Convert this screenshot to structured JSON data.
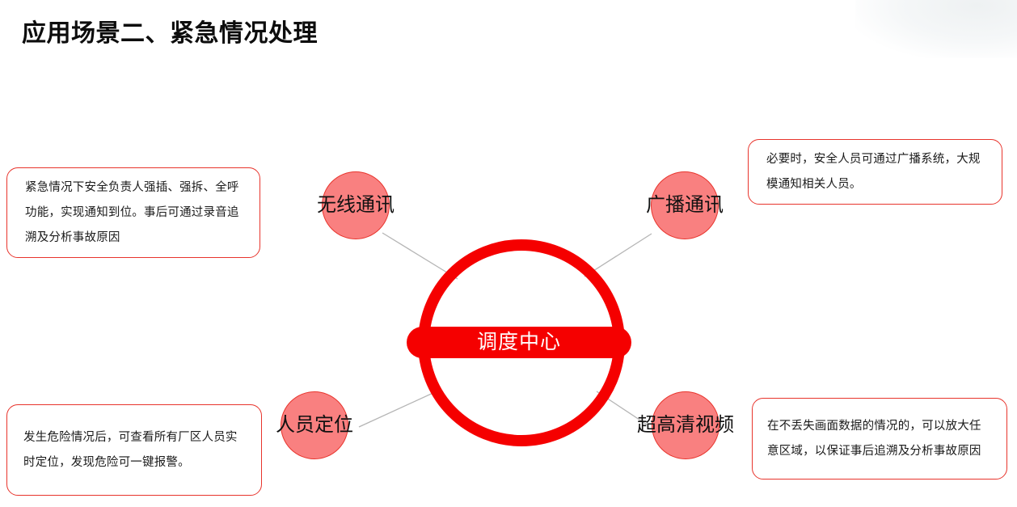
{
  "slide": {
    "title": "应用场景二、紧急情况处理",
    "background_color": "#ffffff"
  },
  "colors": {
    "hub_red": "#f50000",
    "node_fill": "#f98080",
    "node_border": "#e8342c",
    "callout_border": "#e8342c",
    "connector_line": "#b5b5b5",
    "title_text": "#0d0d0d",
    "hub_label_text": "#ffffff"
  },
  "hub": {
    "label": "调度中心",
    "shape": "ring-with-horizontal-bar"
  },
  "nodes": [
    {
      "id": "wireless",
      "label": "无线通讯",
      "position": "top-left",
      "callout_id": "wireless"
    },
    {
      "id": "broadcast",
      "label": "广播通讯",
      "position": "top-right",
      "callout_id": "broadcast"
    },
    {
      "id": "location",
      "label": "人员定位",
      "position": "bottom-left",
      "callout_id": "location"
    },
    {
      "id": "video",
      "label": "超高清视频",
      "position": "bottom-right",
      "callout_id": "video"
    }
  ],
  "callouts": [
    {
      "id": "wireless",
      "text": "紧急情况下安全负责人强插、强拆、全呼功能，实现通知到位。事后可通过录音追溯及分析事故原因"
    },
    {
      "id": "broadcast",
      "text": "必要时，安全人员可通过广播系统，大规模通知相关人员。"
    },
    {
      "id": "location",
      "text": "发生危险情况后，可查看所有厂区人员实时定位，发现危险可一键报警。"
    },
    {
      "id": "video",
      "text": "在不丢失画面数据的情况的，可以放大任意区域，以保证事后追溯及分析事故原因"
    }
  ]
}
